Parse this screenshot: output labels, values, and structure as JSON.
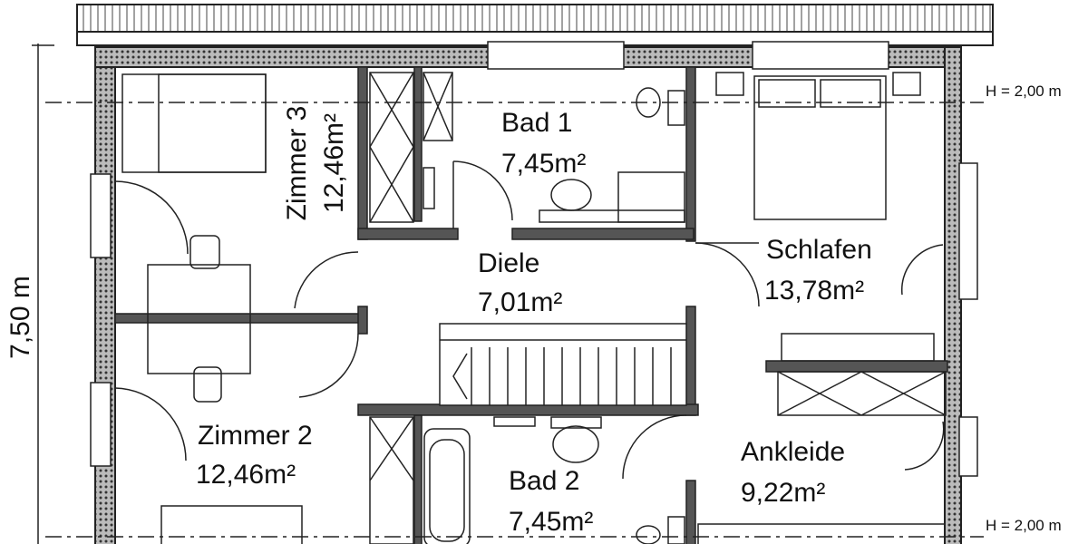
{
  "plan": {
    "height_dimension": "7,50 m",
    "ceiling_height_top": "H = 2,00 m",
    "ceiling_height_bottom": "H = 2,00 m",
    "rooms": [
      {
        "name": "Zimmer 3",
        "area": "12,46m²"
      },
      {
        "name": "Bad 1",
        "area": "7,45m²"
      },
      {
        "name": "Diele",
        "area": "7,01m²"
      },
      {
        "name": "Schlafen",
        "area": "13,78m²"
      },
      {
        "name": "Zimmer 2",
        "area": "12,46m²"
      },
      {
        "name": "Bad 2",
        "area": "7,45m²"
      },
      {
        "name": "Ankleide",
        "area": "9,22m²"
      }
    ]
  }
}
